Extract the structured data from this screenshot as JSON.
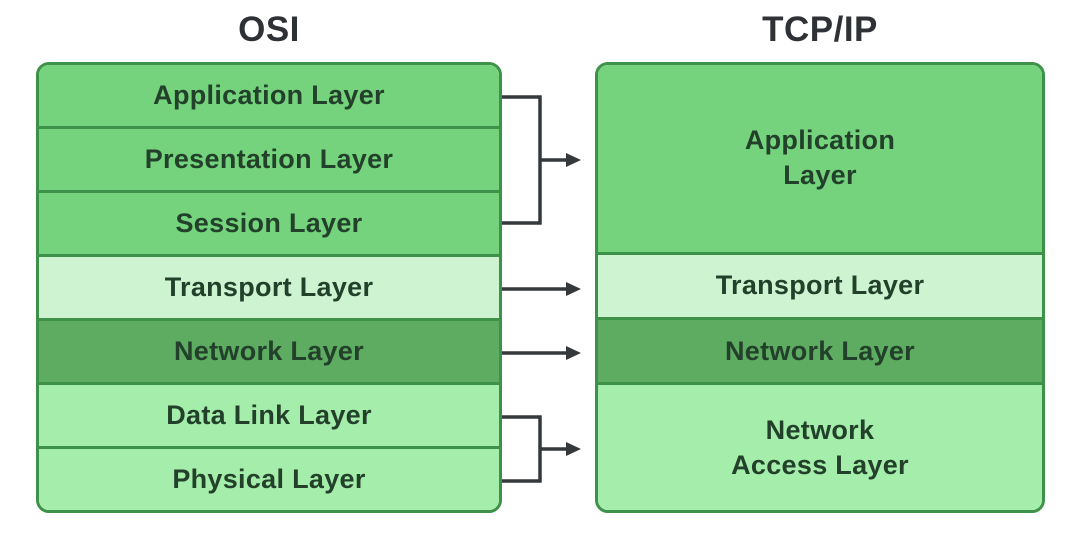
{
  "colors": {
    "background": "#ffffff",
    "border": "#3e9148",
    "line": "#35393c",
    "text": "#22402a",
    "title": "#2e3237"
  },
  "osi": {
    "title": "OSI",
    "layers": [
      {
        "label": "Application Layer",
        "color": "#74d37c"
      },
      {
        "label": "Presentation Layer",
        "color": "#74d37c"
      },
      {
        "label": "Session Layer",
        "color": "#74d37c"
      },
      {
        "label": "Transport Layer",
        "color": "#cdf3d1"
      },
      {
        "label": "Network Layer",
        "color": "#5dac61"
      },
      {
        "label": "Data Link Layer",
        "color": "#a5edaa"
      },
      {
        "label": "Physical Layer",
        "color": "#a5edaa"
      }
    ]
  },
  "tcpip": {
    "title": "TCP/IP",
    "layers": [
      {
        "label": "Application\nLayer",
        "color": "#74d37c",
        "span": 3
      },
      {
        "label": "Transport Layer",
        "color": "#cdf3d1",
        "span": 1
      },
      {
        "label": "Network Layer",
        "color": "#5dac61",
        "span": 1
      },
      {
        "label": "Network\nAccess Layer",
        "color": "#a5edaa",
        "span": 2
      }
    ]
  }
}
